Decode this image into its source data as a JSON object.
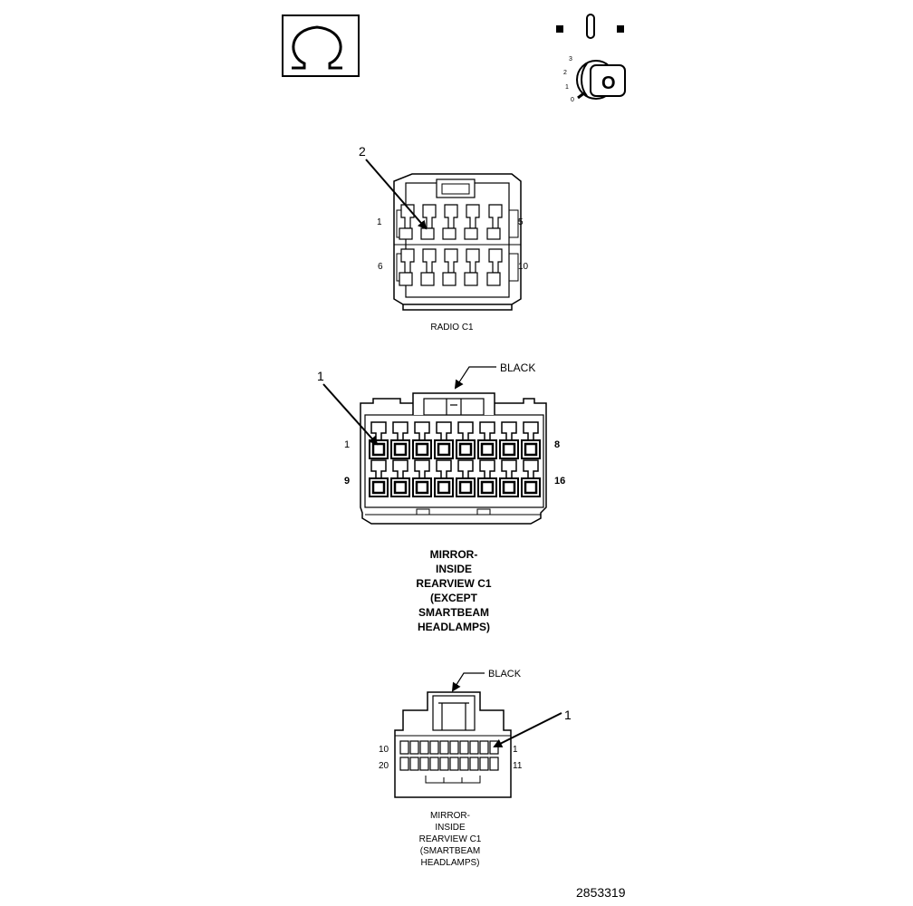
{
  "icons": {
    "ohm_symbol": "Ω",
    "ignition_key": {
      "key_letter": "O",
      "positions": [
        "3",
        "2",
        "1",
        "0"
      ]
    }
  },
  "radio_c1": {
    "title": "RADIO C1",
    "callout": "2",
    "pin_labels": {
      "top_left": "1",
      "top_right": "5",
      "bottom_left": "6",
      "bottom_right": "10"
    }
  },
  "mirror_except": {
    "color": "BLACK",
    "callout": "1",
    "pin_labels": {
      "top_left": "1",
      "top_right": "8",
      "bottom_left": "9",
      "bottom_right": "16"
    },
    "title_lines": [
      "MIRROR-",
      "INSIDE",
      "REARVIEW C1",
      "(EXCEPT",
      "SMARTBEAM",
      "HEADLAMPS)"
    ]
  },
  "mirror_smartbeam": {
    "color": "BLACK",
    "callout": "1",
    "pin_labels": {
      "top_left": "10",
      "top_right": "1",
      "bottom_left": "20",
      "bottom_right": "11"
    },
    "title_lines": [
      "MIRROR-",
      "INSIDE",
      "REARVIEW C1",
      "(SMARTBEAM",
      "HEADLAMPS)"
    ]
  },
  "figure_id": "2853319"
}
